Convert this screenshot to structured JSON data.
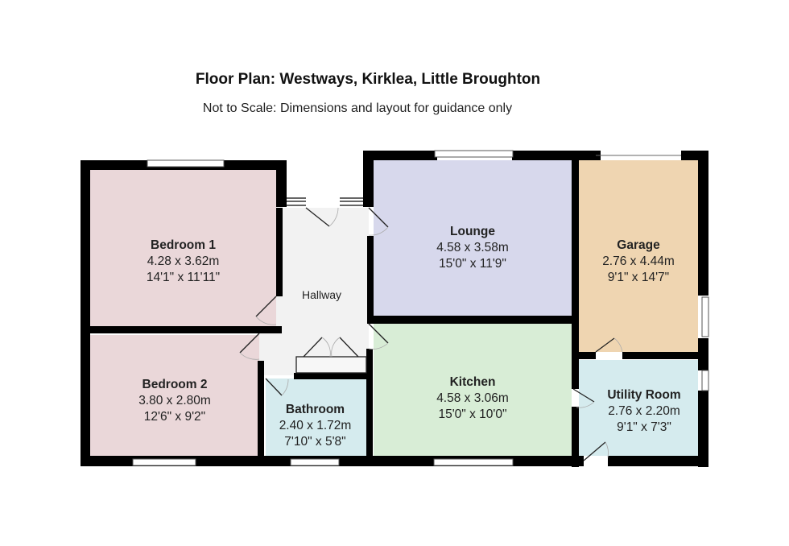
{
  "header": {
    "title": "Floor Plan: Westways, Kirklea, Little Broughton",
    "subtitle": "Not to Scale: Dimensions and layout for guidance only"
  },
  "colors": {
    "wall": "#000000",
    "bedroom": "#ead7d9",
    "hallway": "#f2f2f2",
    "lounge": "#d7d8ec",
    "kitchen": "#d8edd6",
    "garage": "#efd5b1",
    "bathroom": "#d5ebee",
    "utility": "#d5ebee"
  },
  "rooms": {
    "bedroom1": {
      "name": "Bedroom 1",
      "metric": "4.28 x 3.62m",
      "imperial": "14'1\" x 11'11\""
    },
    "bedroom2": {
      "name": "Bedroom 2",
      "metric": "3.80 x 2.80m",
      "imperial": "12'6\" x 9'2\""
    },
    "hallway": {
      "name": "Hallway"
    },
    "bathroom": {
      "name": "Bathroom",
      "metric": "2.40 x 1.72m",
      "imperial": "7'10\" x 5'8\""
    },
    "lounge": {
      "name": "Lounge",
      "metric": "4.58 x 3.58m",
      "imperial": "15'0\" x 11'9\""
    },
    "kitchen": {
      "name": "Kitchen",
      "metric": "4.58 x 3.06m",
      "imperial": "15'0\" x 10'0\""
    },
    "garage": {
      "name": "Garage",
      "metric": "2.76 x 4.44m",
      "imperial": "9'1\" x 14'7\""
    },
    "utility": {
      "name": "Utility Room",
      "metric": "2.76 x 2.20m",
      "imperial": "9'1\" x 7'3\""
    }
  }
}
